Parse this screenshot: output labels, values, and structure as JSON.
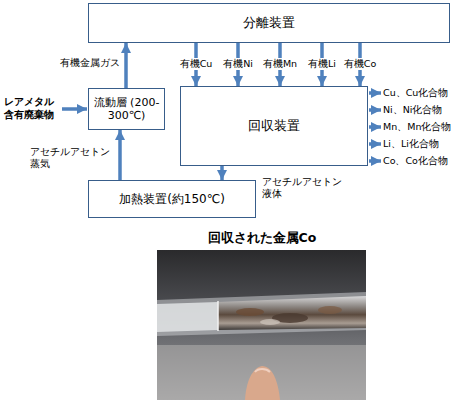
{
  "diagram": {
    "nodes": [
      {
        "text": [
          "分離装置"
        ]
      },
      {
        "text": [
          "流動層 (200-300℃)"
        ]
      },
      {
        "text": [
          "回収装置"
        ]
      },
      {
        "text": [
          "加熱装置(約150℃)"
        ]
      }
    ],
    "edges": [
      {
        "from": 1,
        "to": 0,
        "arrow": "to",
        "label": "有機金属ガス"
      },
      {
        "from": 0,
        "to": 2,
        "arrow": "to",
        "label": "有機Cu"
      },
      {
        "from": 0,
        "to": 2,
        "arrow": "to",
        "label": "有機Ni"
      },
      {
        "from": 0,
        "to": 2,
        "arrow": "to",
        "label": "有機Mn"
      },
      {
        "from": 0,
        "to": 2,
        "arrow": "to",
        "label": "有機Li"
      },
      {
        "from": 0,
        "to": 2,
        "arrow": "to",
        "label": "有機Co"
      },
      {
        "from": 2,
        "to": 3,
        "arrow": "to",
        "label": "アセチルアセトン 液体"
      },
      {
        "from": 3,
        "to": 1,
        "arrow": "to",
        "label": "アセチルアセトン 蒸気"
      }
    ],
    "labels": [
      "レアメタル 含有廃棄物",
      "Cu、Cu化合物",
      "Ni、Ni化合物",
      "Mn、Mn化合物",
      "Li、Li化合物",
      "Co、Co化合物",
      "回収された金属Co"
    ]
  }
}
